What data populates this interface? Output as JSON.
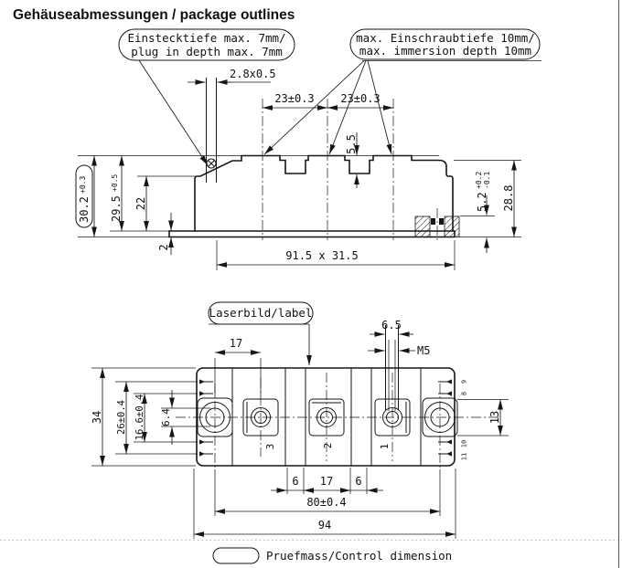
{
  "title": "Gehäuseabmessungen / package outlines",
  "balloons": {
    "plug1": "Einstecktiefe max. 7mm/",
    "plug2": "plug in depth max. 7mm",
    "imm1": "max. Einschraubtiefe 10mm/",
    "imm2": "max. immersion depth 10mm",
    "label": "Laserbild/label",
    "legend": "Pruefmass/Control dimension"
  },
  "side_view": {
    "tab": "2.8x0.5",
    "pitch1": "23±0.3",
    "pitch2": "23±0.3",
    "notch": "5.5",
    "h_total": "30.2",
    "h_total_tol": "+0.3",
    "h_case": "29.5",
    "h_case_tol": "+0.5",
    "h_body": "22",
    "base_t": "2",
    "sleeve": "5.2",
    "sleeve_tol_p": "+0.2",
    "sleeve_tol_m": "-0.1",
    "h_right": "28.8",
    "plate": "91.5 x 31.5"
  },
  "top_view": {
    "d17": "17",
    "d65": "6.5",
    "m5": "M5",
    "d34": "34",
    "d26": "26±0.4",
    "d166": "16.6±0.4",
    "d64": "6.4",
    "d13": "13",
    "s6a": "6",
    "s17": "17",
    "s6b": "6",
    "d80": "80±0.4",
    "d94": "94",
    "terminals": [
      "3",
      "2",
      "1"
    ],
    "pins": [
      "9",
      "8",
      "10",
      "11"
    ]
  }
}
